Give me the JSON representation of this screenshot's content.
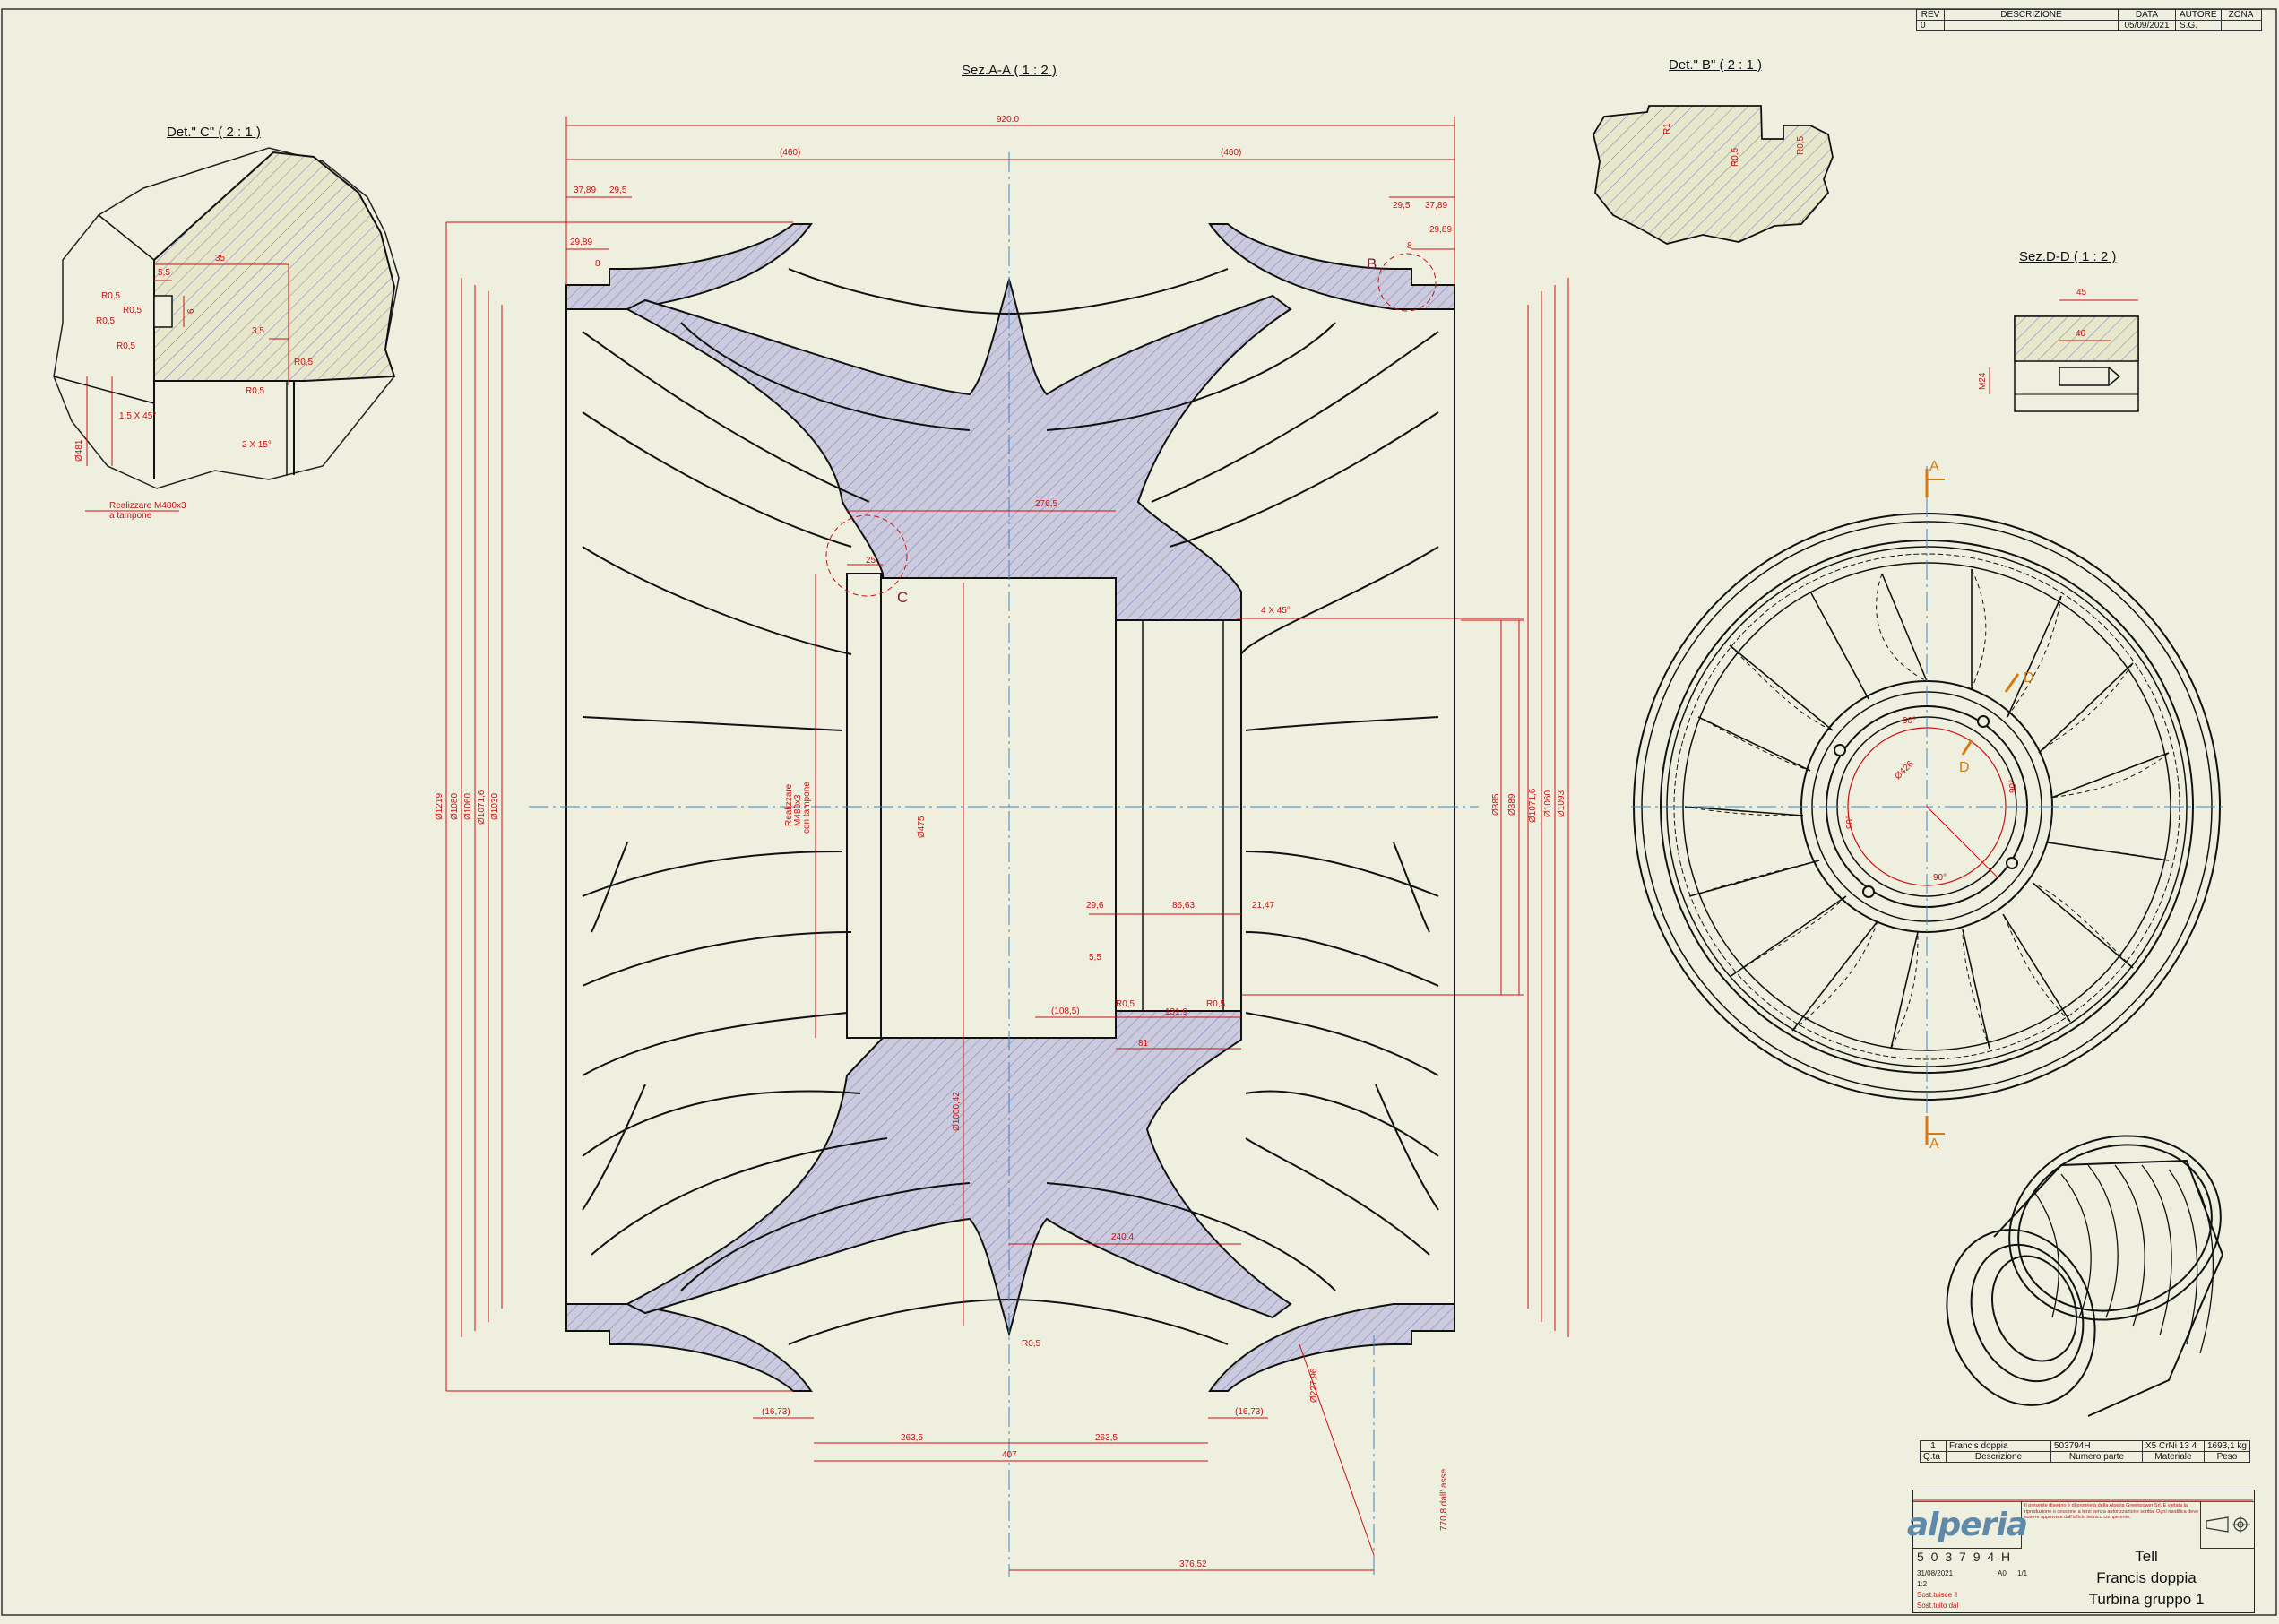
{
  "revision_table": {
    "headers": [
      "REV",
      "DESCRIZIONE",
      "DATA",
      "AUTORE",
      "ZONA"
    ],
    "rows": [
      [
        "0",
        "",
        "05/09/2021",
        "S.G.",
        ""
      ]
    ]
  },
  "views": {
    "section_aa": "Sez.A-A ( 1 : 2 )",
    "detail_c": "Det.\" C\" ( 2 : 1 )",
    "detail_b": "Det.\" B\" ( 2 : 1 )",
    "section_dd": "Sez.D-D ( 1 : 2 )"
  },
  "letters": {
    "b": "B",
    "c": "C",
    "a_top": "A",
    "a_bottom": "A",
    "d_top": "D",
    "d_bottom": "D"
  },
  "dimensions": {
    "overall_width": "920.0",
    "half_left": "(460)",
    "half_right": "(460)",
    "left_37": "37,89",
    "left_29_5": "29,5",
    "left_29_89": "29,89",
    "left_8": "8",
    "right_29_5": "29,5",
    "right_37": "37,89",
    "right_8": "8",
    "right_29_89": "29,89",
    "hub_276": "276,5",
    "hub_25": "25",
    "chamfer": "4 X 45°",
    "d29_6": "29,6",
    "d86_63": "86,63",
    "d21_47": "21,47",
    "d5_5": "5,5",
    "d108_5": "(108,5)",
    "r0_5_a": "R0,5",
    "r0_5_b": "R0,5",
    "d131_9": "131,9",
    "d81": "81",
    "d240_4": "240,4",
    "r0_5_bottom": "R0,5",
    "d16_73_l": "(16,73)",
    "d16_73_r": "(16,73)",
    "d263_l": "263,5",
    "d263_r": "263,5",
    "d407": "407",
    "d376": "376,52",
    "v_1219": "Ø1219",
    "v_1080": "Ø1080",
    "v_1080b": "Ø1060",
    "v_1071": "Ø1071,6",
    "v_1030": "Ø1030",
    "v_475": "Ø475",
    "v_1000": "Ø1000,42",
    "v_385": "Ø385",
    "v_389": "Ø389",
    "v_1071r": "Ø1071,6",
    "v_1060r": "Ø1060",
    "v_1093r": "Ø1093",
    "thread_note_1": "Realizzare",
    "thread_note_2": "M480x3",
    "thread_note_3": "con tampone",
    "det_c_35": "35",
    "det_c_5_5": "5,5",
    "det_c_r05a": "R0,5",
    "det_c_r05b": "R0,5",
    "det_c_r05c": "R0,5",
    "det_c_6": "6",
    "det_c_3_5": "3,5",
    "det_c_r05d": "R0,5",
    "det_c_r05e": "R0,5",
    "det_c_chamfer1": "1,5 X 45°",
    "det_c_chamfer2": "2 X 15°",
    "det_c_dia": "Ø481",
    "det_c_note1": "Realizzare M480x3",
    "det_c_note2": "a tampone",
    "det_b_r1": "R1",
    "det_b_r2": "R0,5",
    "det_b_r3": "R0,5",
    "det_dd_45": "45",
    "det_dd_40": "40",
    "det_dd_m24": "M24",
    "front_90a": "90°",
    "front_90b": "90°",
    "front_90c": "90°",
    "front_90d": "90°",
    "front_dia": "Ø426",
    "dim_angled_1": "Ø227,96",
    "dim_angled_2": "770,8 dall' asse"
  },
  "parts_list": {
    "row": [
      "1",
      "Francis doppia",
      "503794H",
      "X5 CrNi 13 4",
      "1693,1 kg"
    ],
    "headers": [
      "Q.ta",
      "Descrizione",
      "Numero parte",
      "Materiale",
      "Peso"
    ]
  },
  "title_block": {
    "logo": "alperia",
    "notice": "Il presente disegno è di proprietà della Alperia Greenpower Srl. È vietata la riproduzione o cessione a terzi senza autorizzazione scritta. Ogni modifica deve essere approvata dall'ufficio tecnico competente.",
    "drawing_number": "5 0 3 7 9 4 H",
    "date": "31/08/2021",
    "scale": "1:2",
    "format": "A0",
    "sheet": "1/1",
    "line1": "Tell",
    "line2": "Francis doppia",
    "line3": "Turbina gruppo 1",
    "sostituisce": "Sost.tuisce il",
    "sostituito": "Sost.tuito dal"
  },
  "colors": {
    "background": "#efefdf",
    "outline": "#111111",
    "dimension": "#cc1010",
    "hatch_fill": "#c9c9dc",
    "hatch_line": "#6b6bb5",
    "centerline": "#3a86c8",
    "section_marker": "#d47a10",
    "logo": "#5f89a8"
  }
}
